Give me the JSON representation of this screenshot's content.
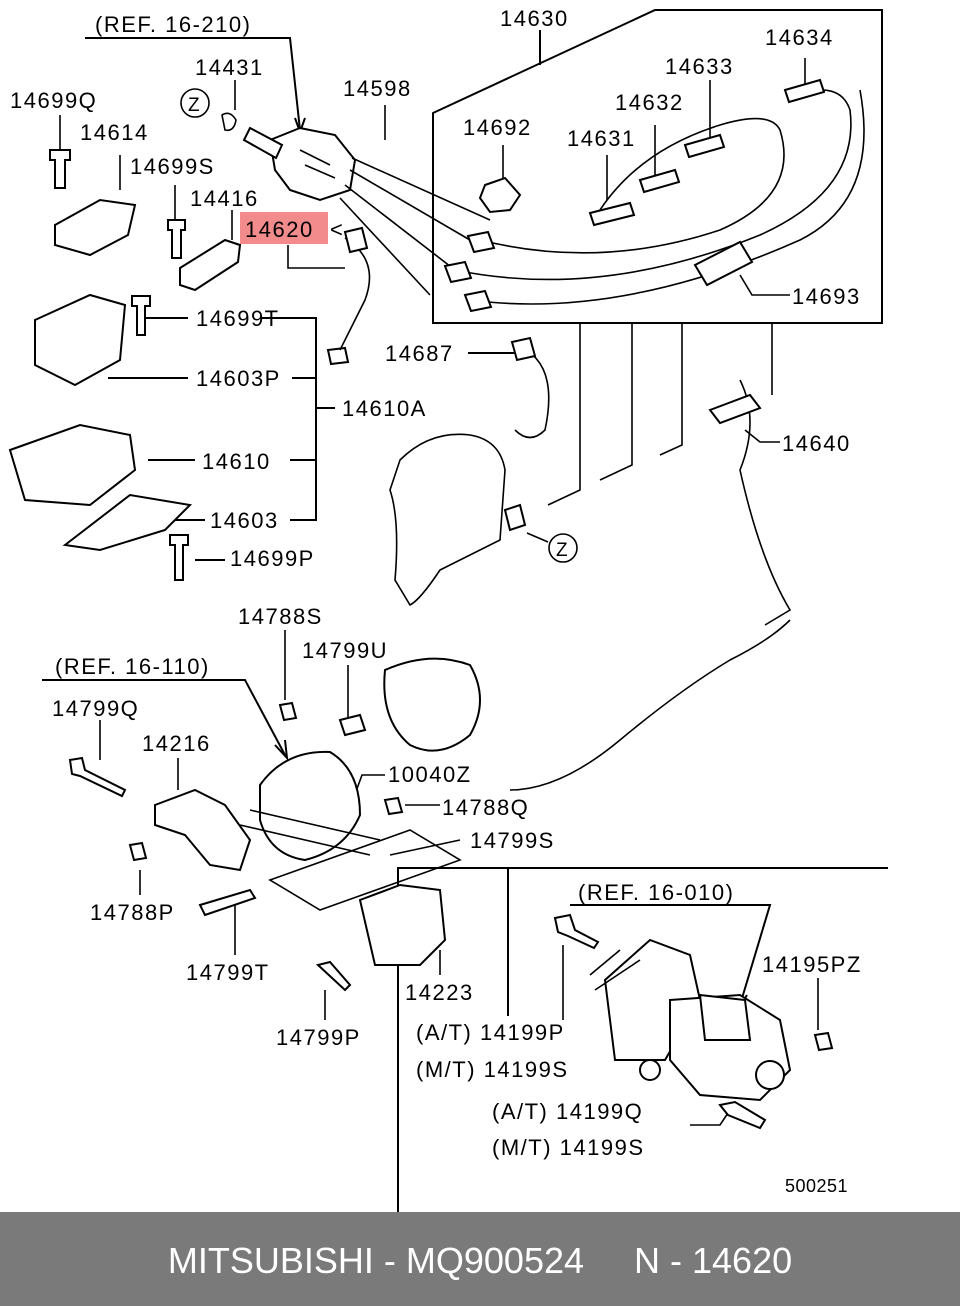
{
  "refs": {
    "ref_16_210": "(REF. 16-210)",
    "ref_16_110": "(REF. 16-110)",
    "ref_16_010": "(REF. 16-010)"
  },
  "parts": {
    "p14630": "14630",
    "p14634": "14634",
    "p14633": "14633",
    "p14632": "14632",
    "p14631": "14631",
    "p14692": "14692",
    "p14693": "14693",
    "p14431": "14431",
    "p14598": "14598",
    "p14699Q": "14699Q",
    "p14614": "14614",
    "p14699S": "14699S",
    "p14416": "14416",
    "p14620": "14620",
    "p14699T": "14699T",
    "p14603P": "14603P",
    "p14610A": "14610A",
    "p14610": "14610",
    "p14603": "14603",
    "p14699P": "14699P",
    "p14687": "14687",
    "p14640": "14640",
    "p14788S": "14788S",
    "p14799U": "14799U",
    "p14799Q": "14799Q",
    "p14216": "14216",
    "p10040Z": "10040Z",
    "p14788Q": "14788Q",
    "p14799S": "14799S",
    "p14788P": "14788P",
    "p14799T": "14799T",
    "p14223": "14223",
    "p14799P": "14799P",
    "p14195PZ": "14195PZ",
    "p14199P": "(A/T) 14199P",
    "p14199S_mt": "(M/T) 14199S",
    "p14199Q": "(A/T) 14199Q",
    "p14199S_mt2": "(M/T) 14199S"
  },
  "markers": {
    "z1": "Z",
    "z2": "Z",
    "arrow": "<"
  },
  "diagram_number": "500251",
  "highlight_color": "#f28b8b",
  "footer": {
    "text": "MITSUBISHI - MQ900524     N - 14620"
  }
}
